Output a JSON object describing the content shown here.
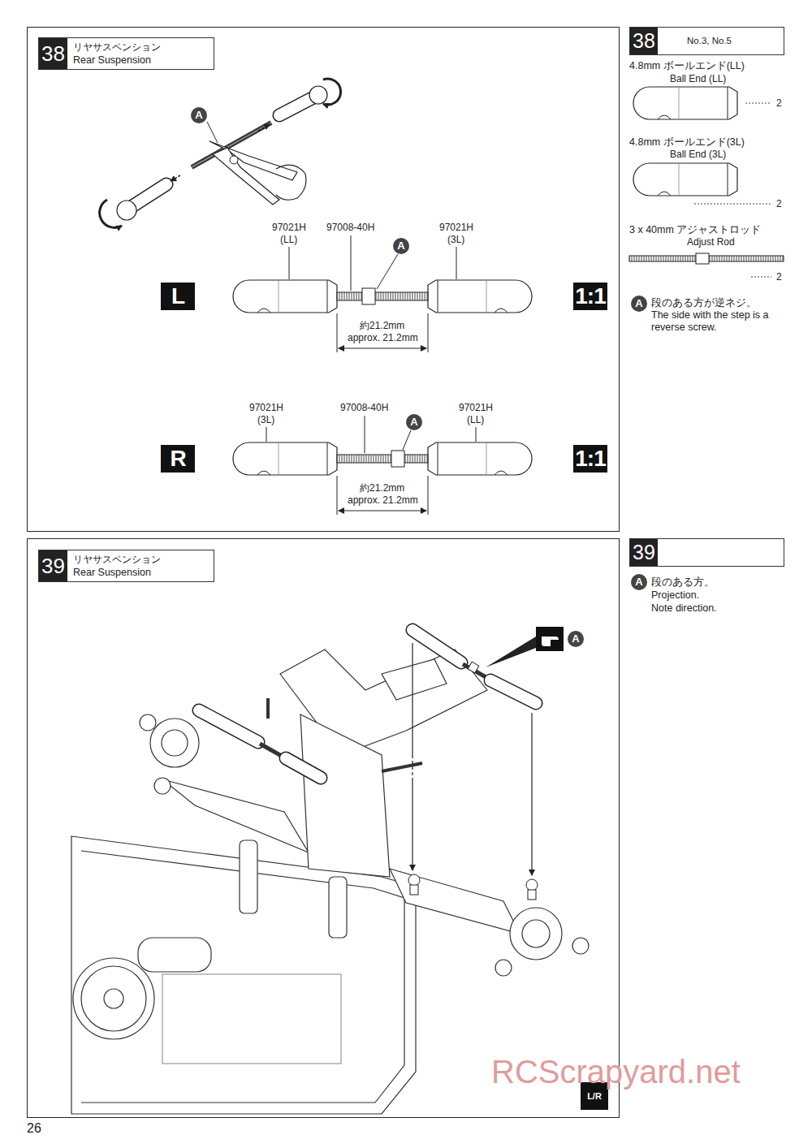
{
  "diagram": {
    "nodes": [
      {
        "text": [
          "38",
          "リヤサスペンション",
          "Rear Suspension"
        ]
      },
      {
        "text": [
          "38",
          "No.3, No.5"
        ]
      },
      {
        "text": [
          "39",
          "リヤサスペンション",
          "Rear Suspension"
        ]
      },
      {
        "text": [
          "39"
        ]
      },
      {
        "text": [
          "L"
        ]
      },
      {
        "text": [
          "1:1"
        ]
      },
      {
        "text": [
          "R"
        ]
      },
      {
        "text": [
          "1:1"
        ]
      }
    ],
    "labels": [
      "A",
      "97021H",
      "(LL)",
      "97008-40H",
      "A",
      "97021H",
      "(3L)",
      "約21.2mm",
      "approx. 21.2mm",
      "97021H",
      "(3L)",
      "97008-40H",
      "A",
      "97021H",
      "(LL)",
      "約21.2mm",
      "approx. 21.2mm",
      "4.8mm ボールエンド(LL)",
      "Ball End (LL)",
      "2",
      "4.8mm ボールエンド(3L)",
      "Ball End (3L)",
      "2",
      "3 x 40mm アジャストロッド",
      "Adjust Rod",
      "2",
      "A",
      "段のある方が逆ネジ。",
      "The side with the step is a reverse screw.",
      "A",
      "A",
      "段のある方。",
      "Projection.",
      "Note direction.",
      "L/R",
      "26",
      "RCScrapyard.net"
    ]
  }
}
